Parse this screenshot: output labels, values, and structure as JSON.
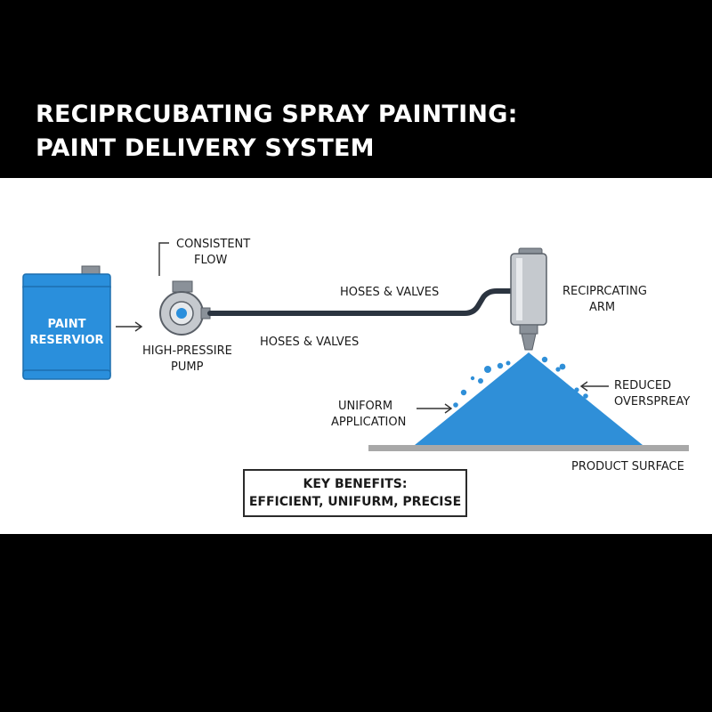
{
  "title": {
    "line1": "RECIPRCUBATING SPRAY PAINTING:",
    "line2": "PAINT DELIVERY SYSTEM"
  },
  "reservoir": {
    "label_line1": "PAINT",
    "label_line2": "RESERVIOR"
  },
  "pump": {
    "label_line1": "HIGH-PRESSIRE",
    "label_line2": "PUMP"
  },
  "flow": {
    "label_line1": "CONSISTENT",
    "label_line2": "FLOW"
  },
  "hoses": {
    "upper_label": "HOSES & VALVES",
    "lower_label": "HOSES & VALVES"
  },
  "arm": {
    "label_line1": "RECIPRCATING",
    "label_line2": "ARM"
  },
  "uniform": {
    "label_line1": "UNIFORM",
    "label_line2": "APPLICATION"
  },
  "overspray": {
    "label_line1": "REDUCED",
    "label_line2": "OVERSPREAY"
  },
  "surface": {
    "label": "PRODUCT SURFACE"
  },
  "benefits": {
    "line1": "KEY BENEFITS:",
    "line2": "EFFICIENT, UNIFURM, PRECISE"
  },
  "colors": {
    "paint_blue": "#2f8fd8",
    "reservoir_blue": "#2a8fdc",
    "hose": "#2b3440",
    "metal": "#b8bcc2",
    "surface": "#a8a8a8",
    "background": "#000000",
    "panel": "#ffffff"
  }
}
